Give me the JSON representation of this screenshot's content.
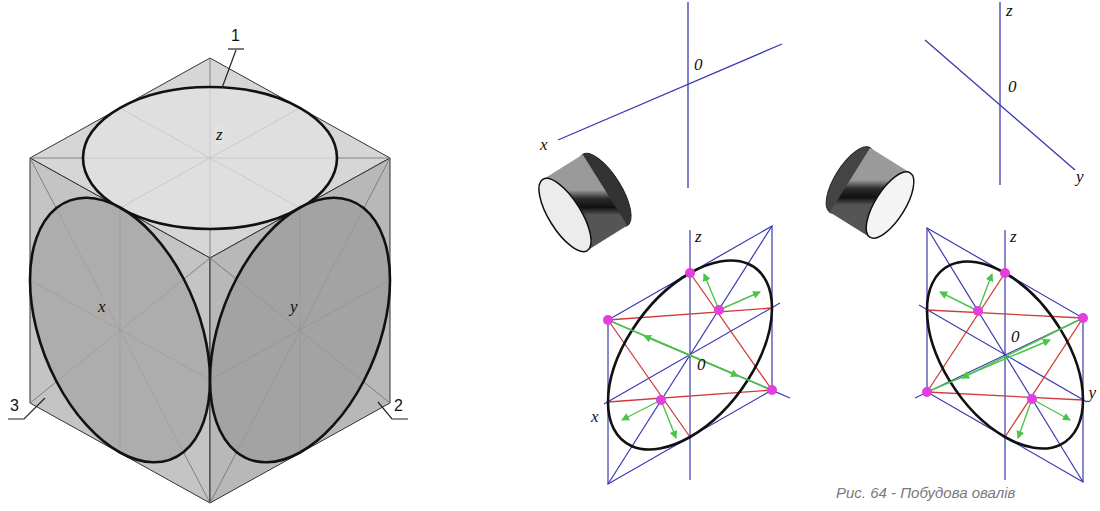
{
  "diagram": {
    "caption": "Рис. 64 - Побудова овалів",
    "labels": [
      "1",
      "z",
      "x",
      "y",
      "3",
      "2",
      "x",
      "0",
      "z",
      "0",
      "y",
      "z",
      "0",
      "x",
      "z",
      "0",
      "y"
    ]
  }
}
